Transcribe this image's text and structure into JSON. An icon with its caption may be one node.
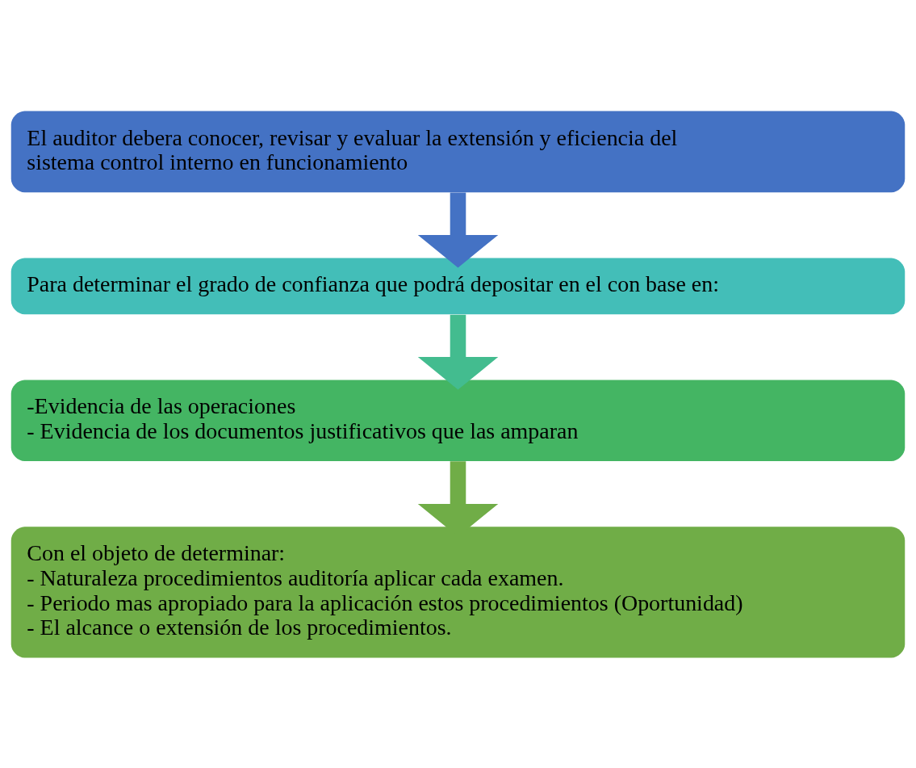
{
  "diagram": {
    "nodes": [
      {
        "text": [
          "El auditor debera conocer, revisar y evaluar la extensión y eficiencia del sistema control interno en funcionamiento"
        ]
      },
      {
        "text": [
          "Para determinar el grado de confianza que podrá depositar en el con base en:"
        ]
      },
      {
        "text": [
          "-Evidencia de las operaciones",
          "- Evidencia de los documentos justificativos que las amparan"
        ]
      },
      {
        "text": [
          "Con el objeto de determinar:",
          "- Naturaleza procedimientos auditoría aplicar cada examen.",
          "- Periodo mas apropiado para la aplicación estos procedimientos (Oportunidad)",
          "- El alcance o extensión de los procedimientos."
        ]
      }
    ],
    "edges": [
      {
        "from": 0,
        "to": 1,
        "arrow": "to",
        "color": "#4472c4"
      },
      {
        "from": 1,
        "to": 2,
        "arrow": "to",
        "color": "#43bc8f"
      },
      {
        "from": 2,
        "to": 3,
        "arrow": "to",
        "color": "#70ad47"
      }
    ]
  }
}
